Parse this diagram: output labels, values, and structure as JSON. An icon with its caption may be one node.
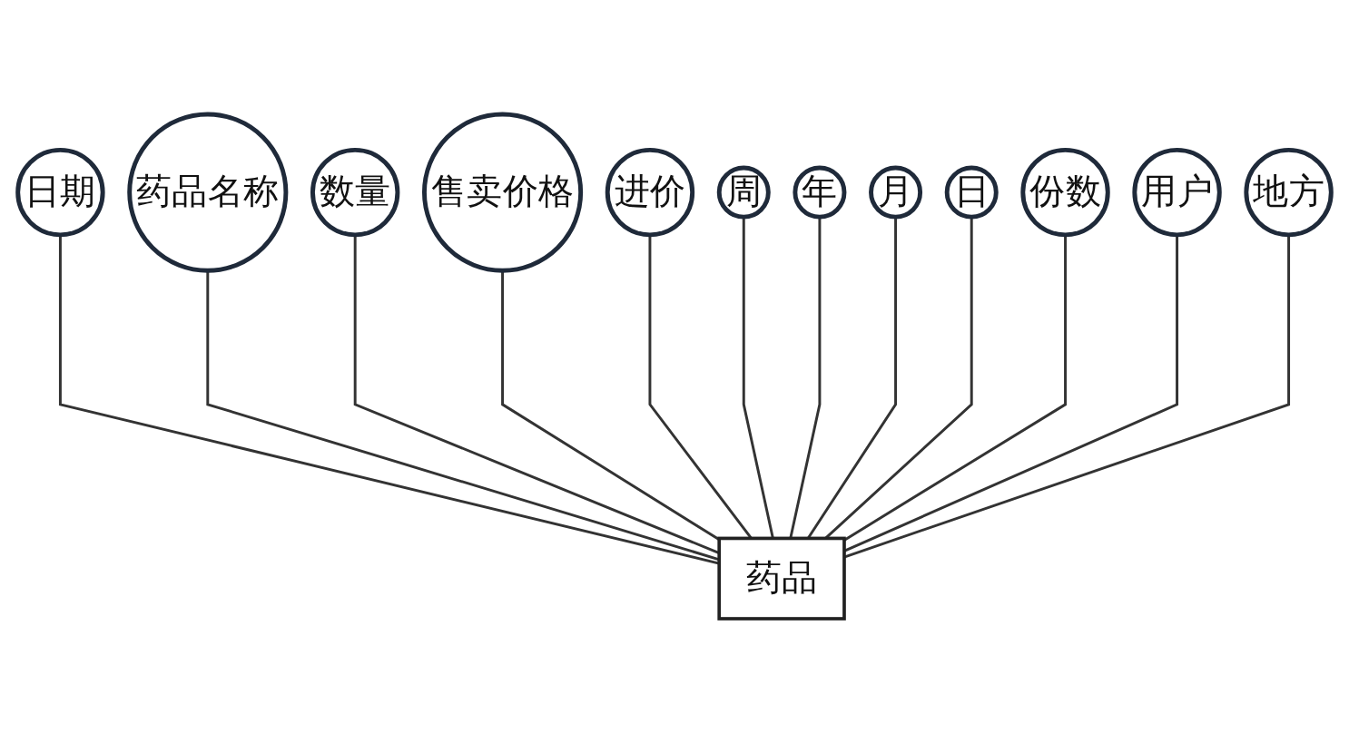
{
  "diagram": {
    "nodes": [
      {
        "text": [
          "日期"
        ]
      },
      {
        "text": [
          "药品名称"
        ]
      },
      {
        "text": [
          "数量"
        ]
      },
      {
        "text": [
          "售卖价格"
        ]
      },
      {
        "text": [
          "进价"
        ]
      },
      {
        "text": [
          "周"
        ]
      },
      {
        "text": [
          "年"
        ]
      },
      {
        "text": [
          "月"
        ]
      },
      {
        "text": [
          "日"
        ]
      },
      {
        "text": [
          "份数"
        ]
      },
      {
        "text": [
          "用户"
        ]
      },
      {
        "text": [
          "地方"
        ]
      },
      {
        "text": [
          "药品"
        ]
      }
    ],
    "edges": [
      {
        "from": 12,
        "to": 0,
        "arrow": "none"
      },
      {
        "from": 12,
        "to": 1,
        "arrow": "none"
      },
      {
        "from": 12,
        "to": 2,
        "arrow": "none"
      },
      {
        "from": 12,
        "to": 3,
        "arrow": "none"
      },
      {
        "from": 12,
        "to": 4,
        "arrow": "none"
      },
      {
        "from": 12,
        "to": 5,
        "arrow": "none"
      },
      {
        "from": 12,
        "to": 6,
        "arrow": "none"
      },
      {
        "from": 12,
        "to": 7,
        "arrow": "none"
      },
      {
        "from": 12,
        "to": 8,
        "arrow": "none"
      },
      {
        "from": 12,
        "to": 9,
        "arrow": "none"
      },
      {
        "from": 12,
        "to": 10,
        "arrow": "none"
      },
      {
        "from": 12,
        "to": 11,
        "arrow": "none"
      }
    ]
  }
}
